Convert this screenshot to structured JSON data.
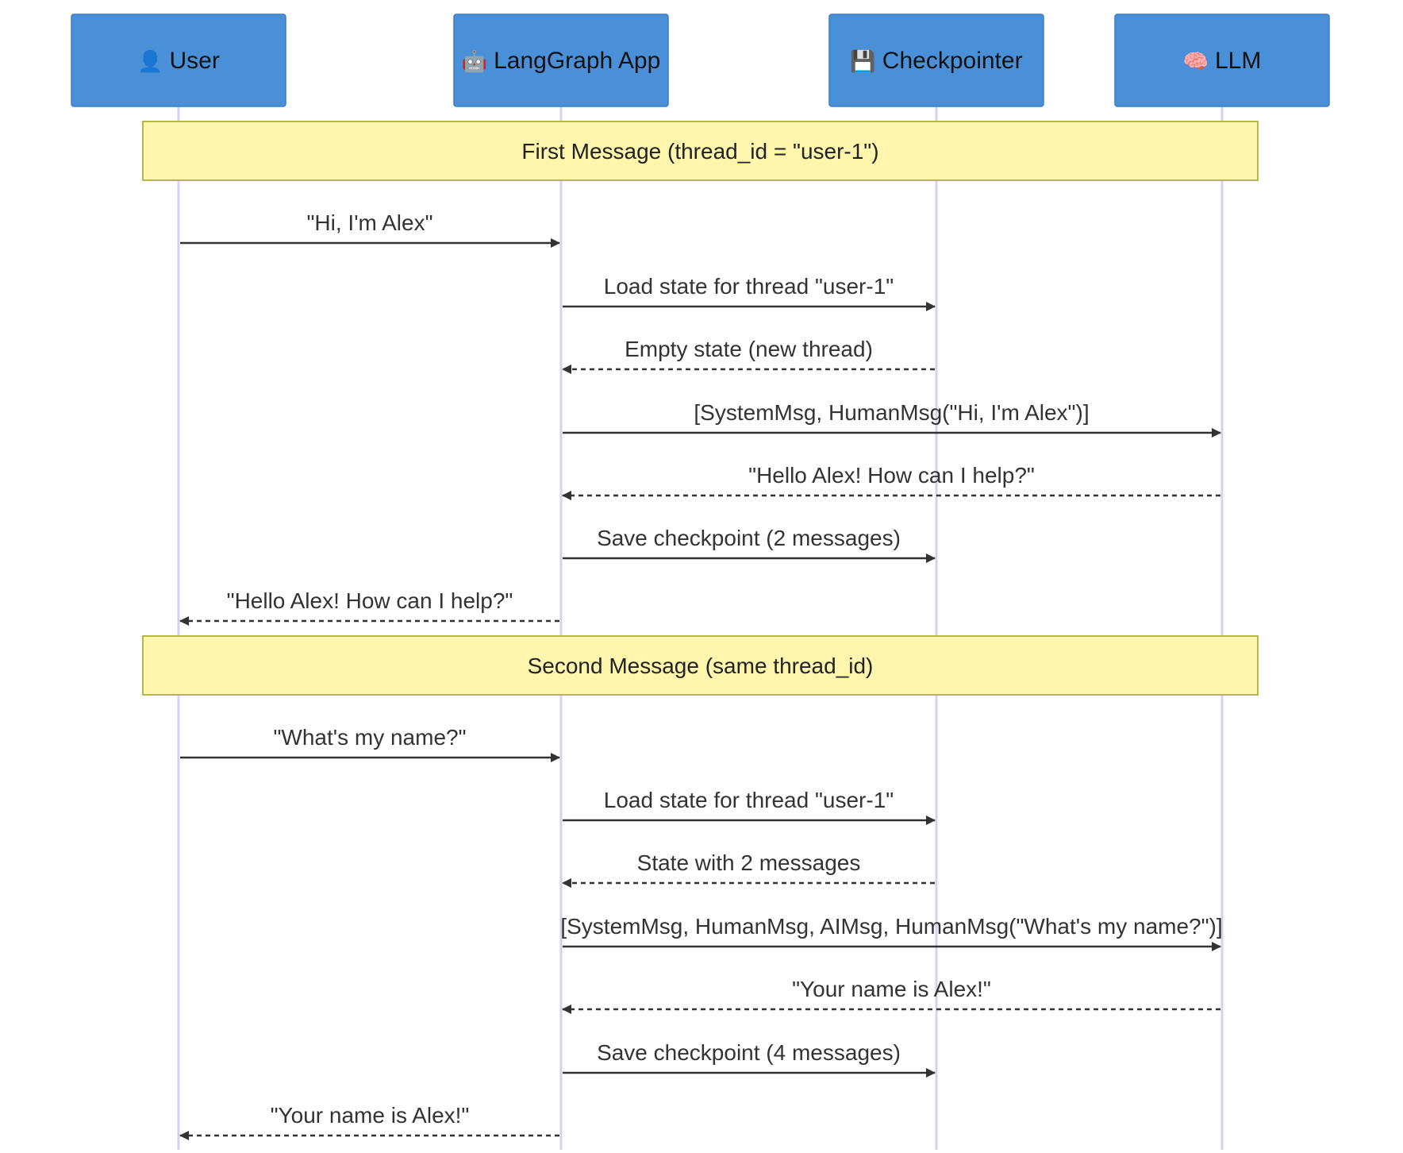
{
  "participants": [
    {
      "id": "user",
      "label": "User",
      "icon": "user-icon",
      "icon_glyph": "👤"
    },
    {
      "id": "app",
      "label": "LangGraph App",
      "icon": "robot-icon",
      "icon_glyph": "🤖"
    },
    {
      "id": "cp",
      "label": "Checkpointer",
      "icon": "floppy-disk-icon",
      "icon_glyph": "💾"
    },
    {
      "id": "llm",
      "label": "LLM",
      "icon": "brain-icon",
      "icon_glyph": "🧠"
    }
  ],
  "notes": [
    {
      "text": "First Message (thread_id = \"user-1\")"
    },
    {
      "text": "Second Message (same thread_id)"
    }
  ],
  "messages": [
    {
      "from": "user",
      "to": "app",
      "text": "\"Hi, I'm Alex\"",
      "style": "solid"
    },
    {
      "from": "app",
      "to": "cp",
      "text": "Load state for thread \"user-1\"",
      "style": "solid"
    },
    {
      "from": "cp",
      "to": "app",
      "text": "Empty state (new thread)",
      "style": "dashed"
    },
    {
      "from": "app",
      "to": "llm",
      "text": "[SystemMsg, HumanMsg(\"Hi, I'm Alex\")]",
      "style": "solid"
    },
    {
      "from": "llm",
      "to": "app",
      "text": "\"Hello Alex! How can I help?\"",
      "style": "dashed"
    },
    {
      "from": "app",
      "to": "cp",
      "text": "Save checkpoint (2 messages)",
      "style": "solid"
    },
    {
      "from": "app",
      "to": "user",
      "text": "\"Hello Alex! How can I help?\"",
      "style": "dashed"
    },
    {
      "from": "user",
      "to": "app",
      "text": "\"What's my name?\"",
      "style": "solid"
    },
    {
      "from": "app",
      "to": "cp",
      "text": "Load state for thread \"user-1\"",
      "style": "solid"
    },
    {
      "from": "cp",
      "to": "app",
      "text": "State with 2 messages",
      "style": "dashed"
    },
    {
      "from": "app",
      "to": "llm",
      "text": "[SystemMsg, HumanMsg, AIMsg, HumanMsg(\"What's my name?\")]",
      "style": "solid"
    },
    {
      "from": "llm",
      "to": "app",
      "text": "\"Your name is Alex!\"",
      "style": "dashed"
    },
    {
      "from": "app",
      "to": "cp",
      "text": "Save checkpoint (4 messages)",
      "style": "solid"
    },
    {
      "from": "app",
      "to": "user",
      "text": "\"Your name is Alex!\"",
      "style": "dashed"
    }
  ],
  "colors": {
    "actor_fill": "#4a90d9",
    "lifeline": "#d9cff0",
    "note_fill": "#fff5ad",
    "arrow": "#333333"
  }
}
